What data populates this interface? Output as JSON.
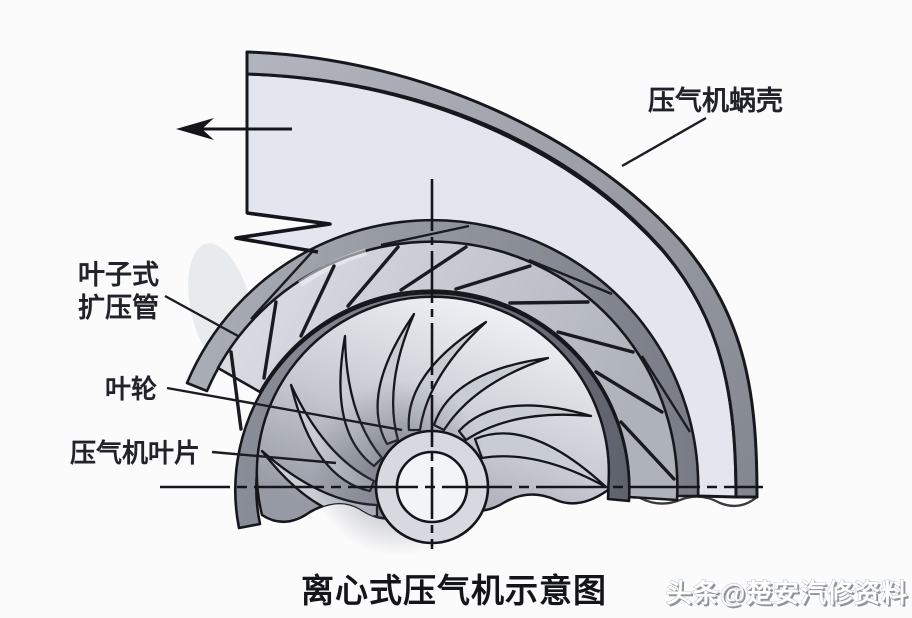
{
  "diagram": {
    "type": "technical-cross-section",
    "title": "离心式压气机示意图",
    "watermark": "头条@楚安汽修资料",
    "labels": {
      "volute": "压气机蜗壳",
      "diffuser_line1": "叶子式",
      "diffuser_line2": "扩压管",
      "impeller": "叶轮",
      "blades": "压气机叶片"
    },
    "colors": {
      "casing_band": "#8b8f99",
      "volute_interior": "#e3e6ee",
      "outer_ring": "#8d919b",
      "vane_ring": "#c7cad2",
      "shroud_band": "#6b6f7a",
      "impeller_face": "#d7dae0",
      "hub": "#f3f4f7",
      "outline": "#17181d"
    }
  }
}
